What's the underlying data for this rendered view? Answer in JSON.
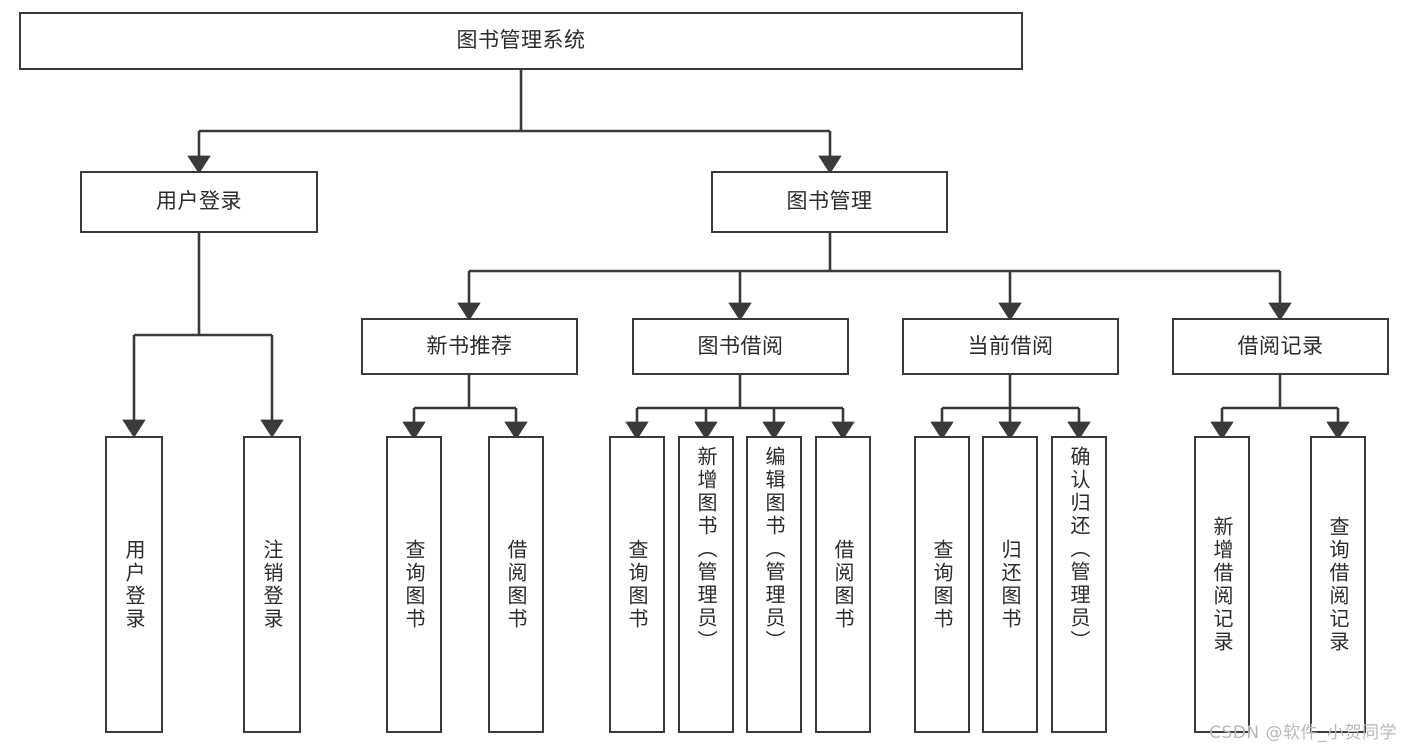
{
  "diagram": {
    "title": "图书管理系统",
    "watermark": "CSDN @软件_小贺同学",
    "colors": {
      "stroke": "#3a3a3a",
      "text": "#2b2b2b",
      "background": "#ffffff",
      "watermark": "#b9b9b9"
    },
    "root": {
      "label": "图书管理系统"
    },
    "level2": [
      {
        "label": "用户登录"
      },
      {
        "label": "图书管理"
      }
    ],
    "level3": [
      {
        "label": "新书推荐"
      },
      {
        "label": "图书借阅"
      },
      {
        "label": "当前借阅"
      },
      {
        "label": "借阅记录"
      }
    ],
    "leaves": {
      "user_login": [
        {
          "label": "用户登录"
        },
        {
          "label": "注销登录"
        }
      ],
      "new_book_recommend": [
        {
          "label": "查询图书"
        },
        {
          "label": "借阅图书"
        }
      ],
      "book_borrow": [
        {
          "label": "查询图书"
        },
        {
          "label": "新增图书（管理员）"
        },
        {
          "label": "编辑图书（管理员）"
        },
        {
          "label": "借阅图书"
        }
      ],
      "current_borrow": [
        {
          "label": "查询图书"
        },
        {
          "label": "归还图书"
        },
        {
          "label": "确认归还（管理员）"
        }
      ],
      "borrow_record": [
        {
          "label": "新增借阅记录"
        },
        {
          "label": "查询借阅记录"
        }
      ]
    }
  }
}
